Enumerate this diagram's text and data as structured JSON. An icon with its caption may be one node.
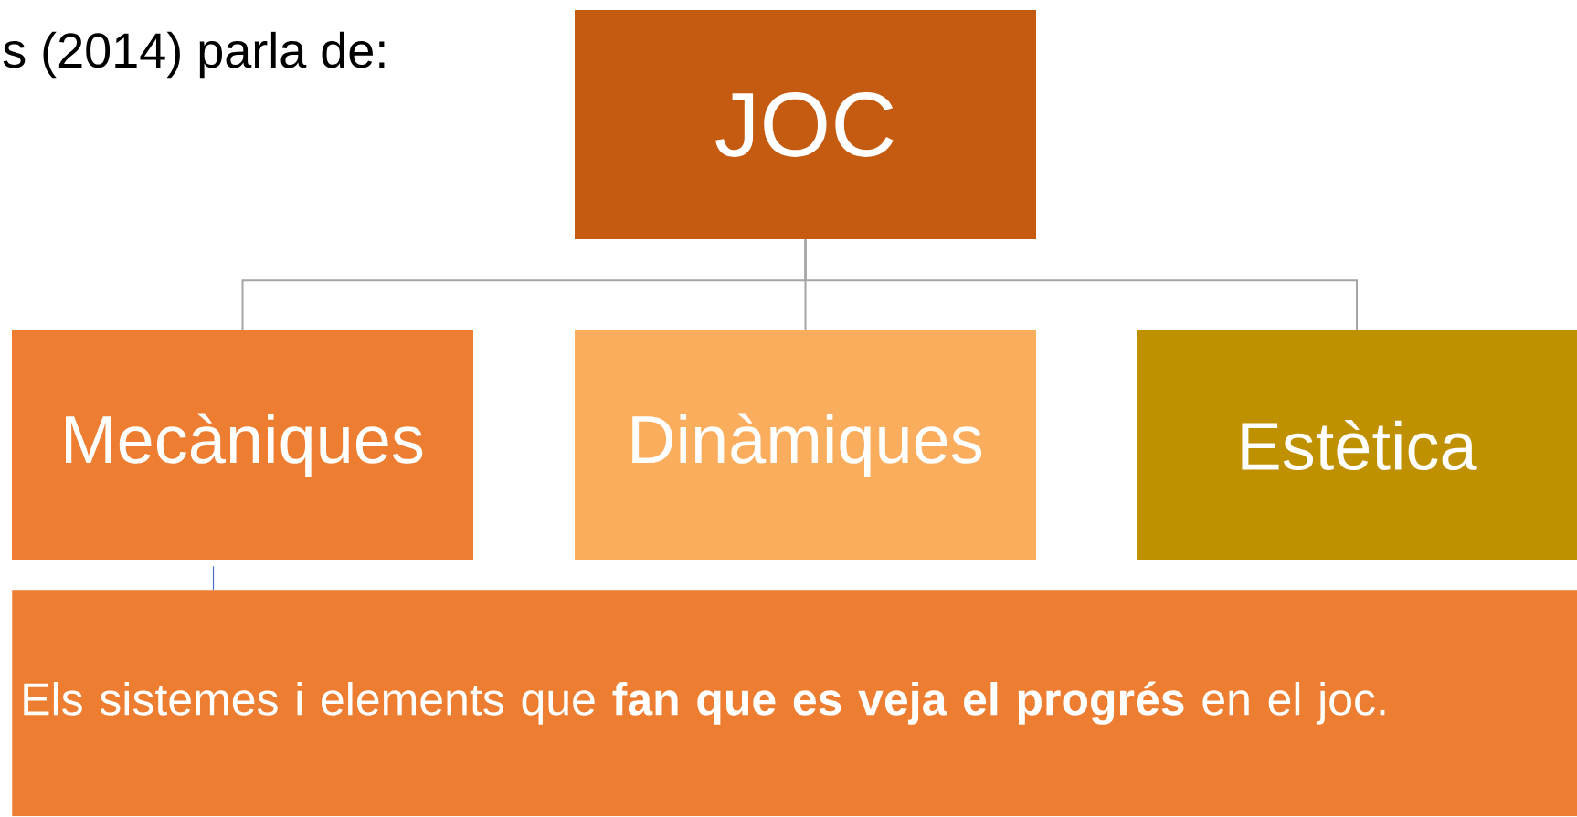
{
  "diagram": {
    "nodes": [
      {
        "text": [
          "JOC"
        ]
      },
      {
        "text": [
          "Mecàniques"
        ]
      },
      {
        "text": [
          "Dinàmiques"
        ]
      },
      {
        "text": [
          "Estètica"
        ]
      },
      {
        "text": [
          "Els sistemes i elements que **fan que es veja el progrés** en el joc."
        ]
      }
    ],
    "edges": [
      {
        "from": 0,
        "to": 1,
        "arrow": "none"
      },
      {
        "from": 0,
        "to": 2,
        "arrow": "none"
      },
      {
        "from": 0,
        "to": 3,
        "arrow": "none"
      },
      {
        "from": 1,
        "to": 4,
        "arrow": "none",
        "color": "#4472c4"
      }
    ],
    "labels": [
      "s (2014) parla de:"
    ]
  }
}
